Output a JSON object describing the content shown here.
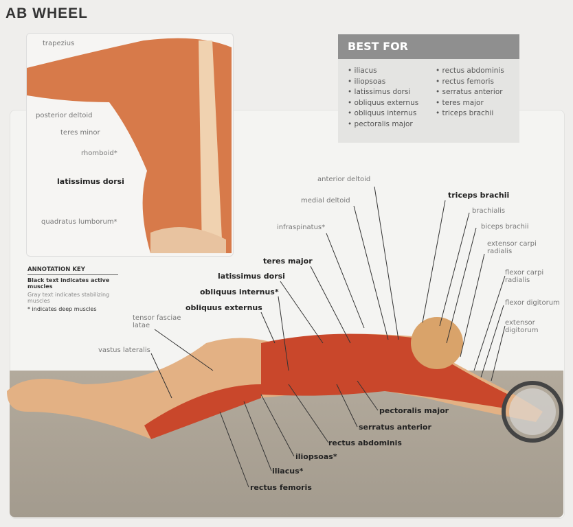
{
  "title": "AB WHEEL",
  "best_for": {
    "heading": "BEST FOR",
    "col1": [
      "iliacus",
      "iliopsoas",
      "latissimus dorsi",
      "obliquus externus",
      "obliquus internus",
      "pectoralis major"
    ],
    "col2": [
      "rectus abdominis",
      "rectus femoris",
      "serratus anterior",
      "teres major",
      "triceps brachii"
    ]
  },
  "annotation_key": {
    "heading": "ANNOTATION KEY",
    "black": "Black text indicates active muscles",
    "gray": "Gray text indicates stabilizing muscles",
    "star": "* indicates deep muscles"
  },
  "inset_labels": [
    "trapezius",
    "posterior deltoid",
    "teres minor",
    "rhomboid*",
    "latissimus dorsi",
    "quadratus lumborum*"
  ],
  "labels": [
    "anterior deltoid",
    "medial deltoid",
    "infraspinatus*",
    "teres major",
    "latissimus dorsi",
    "obliquus internus*",
    "obliquus externus",
    "tensor fasciae latae",
    "vastus lateralis",
    "triceps brachii",
    "brachialis",
    "biceps brachii",
    "extensor carpi radialis",
    "flexor carpi radialis",
    "flexor digitorum",
    "extensor digitorum",
    "pectoralis major",
    "serratus anterior",
    "rectus abdominis",
    "iliopsoas*",
    "iliacus*",
    "rectus femoris"
  ]
}
